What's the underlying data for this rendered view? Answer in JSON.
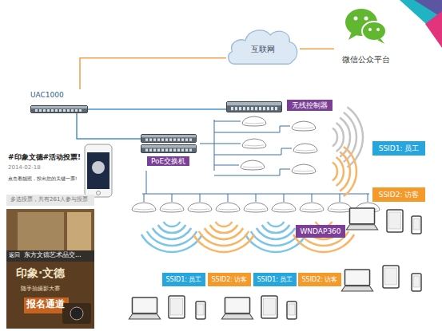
{
  "diagram": {
    "nodes": [
      {
        "text": [
          "互联网"
        ]
      },
      {
        "text": [
          "微信公众平台"
        ]
      },
      {
        "text": [
          "UAC1000"
        ]
      },
      {
        "text": [
          "无线控制器"
        ]
      },
      {
        "text": [
          "PoE交换机"
        ]
      },
      {
        "text": [
          "SSID1: 员工"
        ]
      },
      {
        "text": [
          "SSID2: 访客"
        ]
      },
      {
        "text": [
          "WNDAP360"
        ]
      },
      {
        "text": [
          "SSID1: 员工"
        ]
      },
      {
        "text": [
          "SSID2: 访客"
        ]
      },
      {
        "text": [
          "SSID1: 员工"
        ]
      },
      {
        "text": [
          "SSID2: 访客"
        ]
      }
    ],
    "edges": [
      {
        "from": 2,
        "to": 0,
        "arrow": "none"
      },
      {
        "from": 0,
        "to": 1,
        "arrow": "none"
      },
      {
        "from": 2,
        "to": 3,
        "arrow": "none"
      },
      {
        "from": 2,
        "to": 4,
        "arrow": "none"
      }
    ],
    "labels": [
      "#印象文德#活动投票!",
      "2014-02-18",
      "点击看靓照，投出您的关键一票!",
      "多选投票，共有261人参与投票",
      "返回",
      "东方文德艺术品交...",
      "印象·文德",
      "随手拍摄影大赛",
      "报名通道"
    ]
  }
}
